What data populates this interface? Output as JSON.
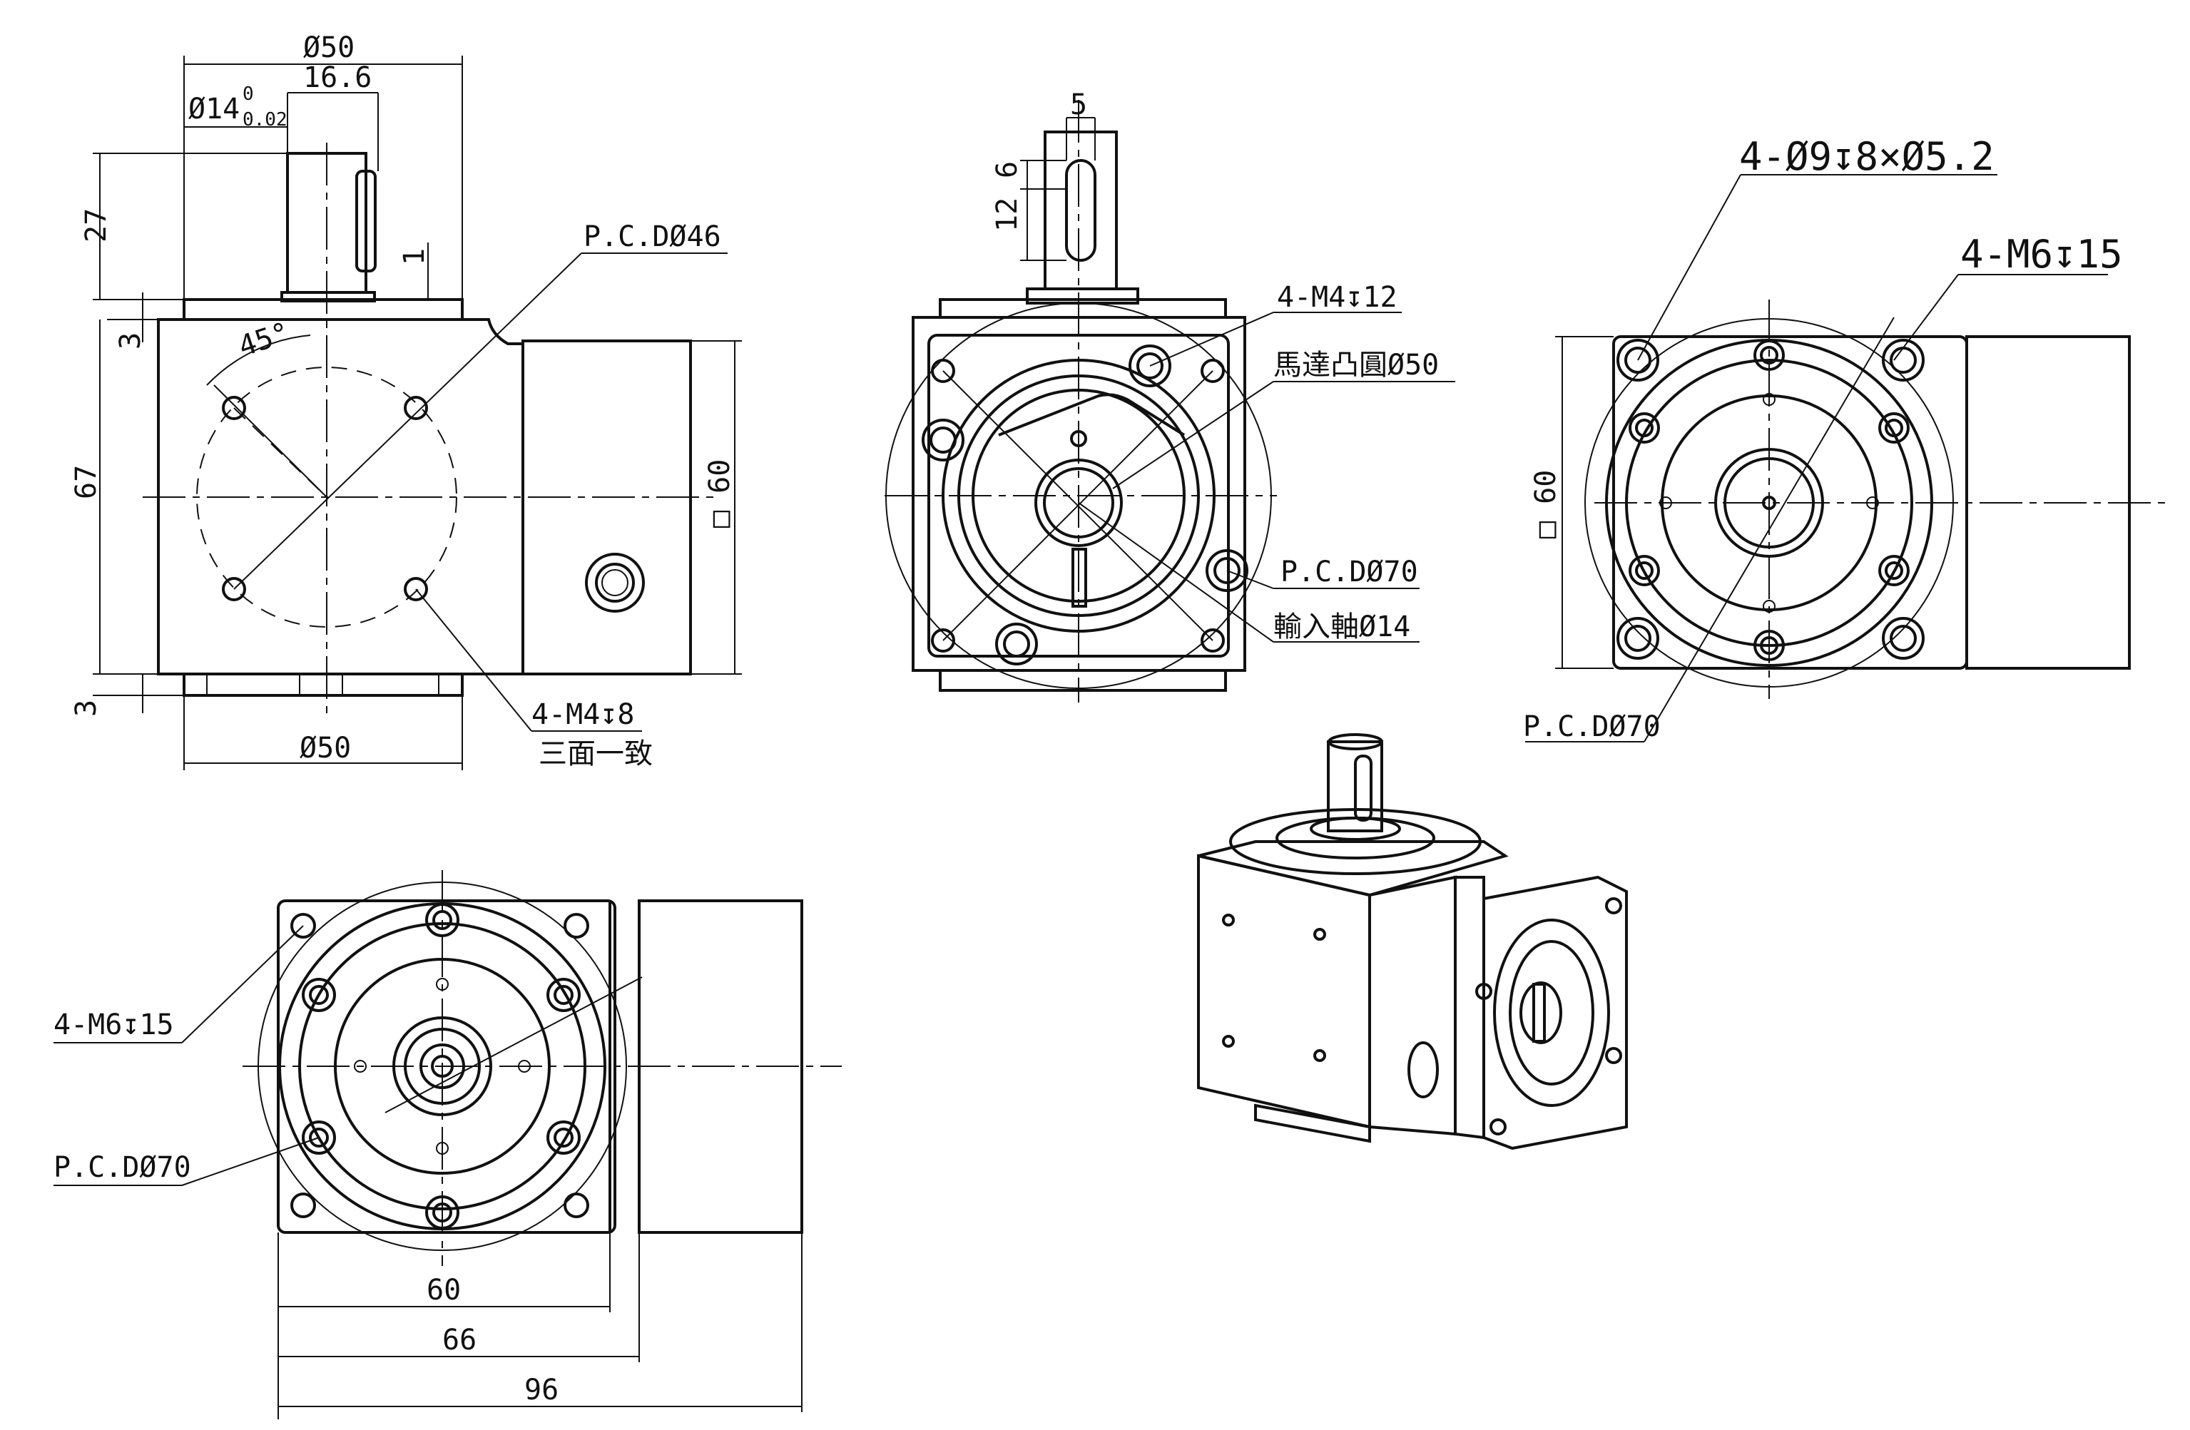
{
  "drawing": {
    "side_view": {
      "flange_dia_top": "Ø50",
      "key_offset": "16.6",
      "shaft_dia": "Ø14",
      "shaft_tol_upper": "0",
      "shaft_tol_lower": "0.02",
      "shaft_height": "27",
      "step_1": "1",
      "top_step": "3",
      "body_height": "67",
      "bottom_step": "3",
      "flange_dia_bottom": "Ø50",
      "angle": "45°",
      "pcd_callout": "P.C.DØ46",
      "tap_callout": "4-M4↧8",
      "tap_note": "三面一致",
      "square": "□ 60"
    },
    "front_view": {
      "key_width": "5",
      "key_dim_a": "6",
      "key_dim_b": "12",
      "tap_callout": "4-M4↧12",
      "motor_pilot": "馬達凸圓Ø50",
      "pcd_callout": "P.C.DØ70",
      "input_shaft": "輸入軸Ø14"
    },
    "right_view": {
      "hole_callout": "4-Ø9↧8×Ø5.2",
      "tap_callout": "4-M6↧15",
      "square": "□ 60",
      "pcd_callout": "P.C.DØ70"
    },
    "bottom_view": {
      "tap_callout": "4-M6↧15",
      "pcd_callout": "P.C.DØ70",
      "dim_60": "60",
      "dim_66": "66",
      "dim_96": "96"
    }
  }
}
